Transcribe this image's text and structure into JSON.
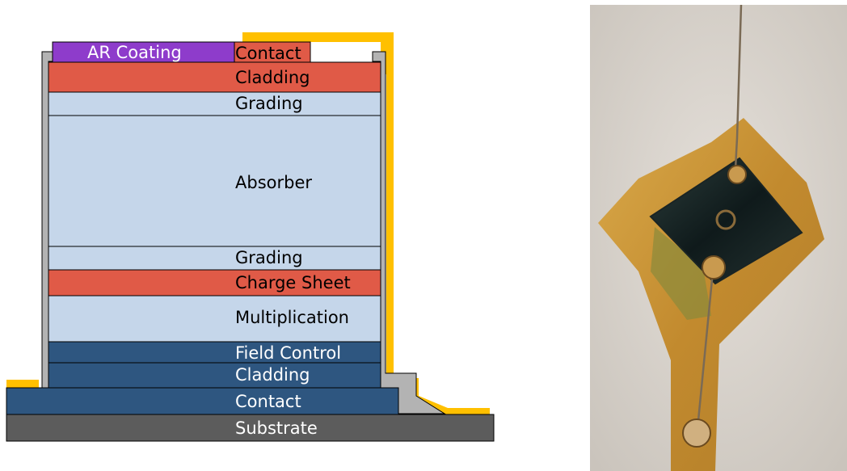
{
  "diagram": {
    "layers": {
      "ar_coating": "AR Coating",
      "top_contact": "Contact",
      "top_cladding": "Cladding",
      "top_grading": "Grading",
      "absorber": "Absorber",
      "bottom_grading": "Grading",
      "charge_sheet": "Charge Sheet",
      "multiplication": "Multiplication",
      "field_control": "Field Control",
      "bottom_cladding": "Cladding",
      "bottom_contact": "Contact",
      "substrate": "Substrate"
    },
    "colors": {
      "ar_coating": "#8e3ccb",
      "contact_red": "#e05a47",
      "light_layer": "#c5d6ea",
      "dark_layer": "#2e5680",
      "substrate": "#5c5c5c",
      "passivation": "#b3b3b3",
      "metal": "#ffc000"
    }
  },
  "photo": {}
}
